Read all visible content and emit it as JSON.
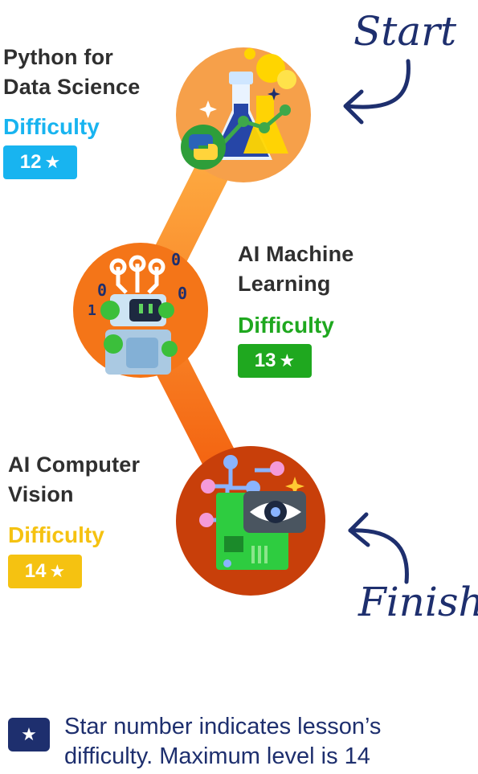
{
  "labels": {
    "start": "Start",
    "finish": "Finish"
  },
  "courses": [
    {
      "title_line1": "Python for",
      "title_line2": "Data Science",
      "difficulty_label": "Difficulty",
      "difficulty_value": "12",
      "color": "#18b4f0",
      "icon": "python-data-science-icon",
      "difficulty_level": 12
    },
    {
      "title_line1": "AI Machine",
      "title_line2": "Learning",
      "difficulty_label": "Difficulty",
      "difficulty_value": "13",
      "color": "#1fa81f",
      "icon": "robot-icon",
      "difficulty_level": 13
    },
    {
      "title_line1": "AI Computer",
      "title_line2": "Vision",
      "difficulty_label": "Difficulty",
      "difficulty_value": "14",
      "color": "#f5c211",
      "icon": "computer-vision-icon",
      "difficulty_level": 14
    }
  ],
  "legend": {
    "text": "Star number indicates lesson’s difficulty. Maximum level is 14",
    "icon": "star-icon"
  },
  "colors": {
    "navy": "#1e2f6e",
    "path_top": "#ffa43a",
    "path_bottom": "#f65c0c"
  }
}
